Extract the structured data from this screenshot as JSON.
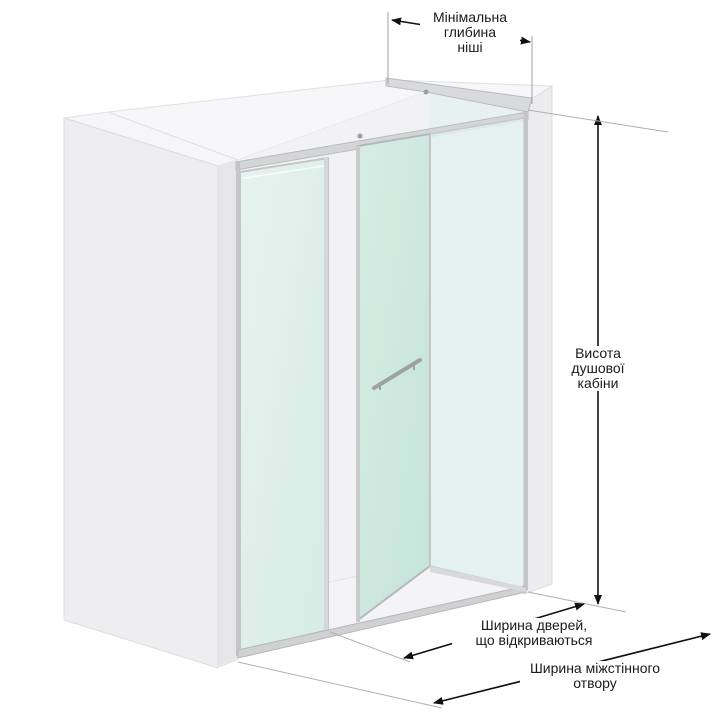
{
  "labels": {
    "min_depth": [
      "Мінімальна",
      "глибина",
      "ніші"
    ],
    "height": [
      "Висота",
      "душової",
      "кабіни"
    ],
    "door_width": [
      "Ширина дверей,",
      "що відкриваються"
    ],
    "opening_width": [
      "Ширина міжстінного",
      "отвору"
    ]
  },
  "colors": {
    "wall": "#f1f1f3",
    "wall_edge": "#dcdcde",
    "glass": "#dff0ec",
    "glass_door": "#cfe9e1",
    "frame": "#c6c8ca",
    "arrow": "#111111"
  }
}
